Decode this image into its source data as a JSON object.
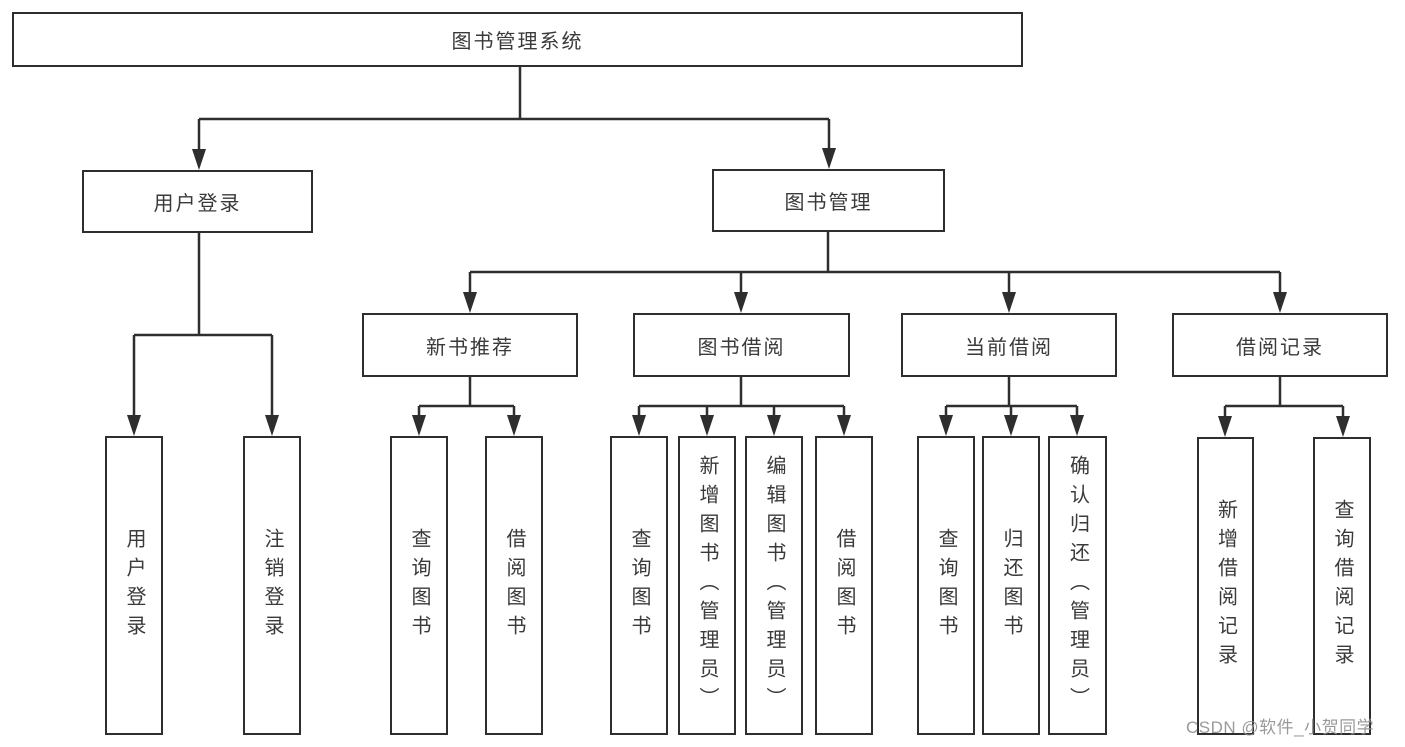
{
  "diagram": {
    "root": "图书管理系统",
    "level2": {
      "user_login": "用户登录",
      "book_mgmt": "图书管理"
    },
    "level3": {
      "new_books": "新书推荐",
      "borrow": "图书借阅",
      "current": "当前借阅",
      "records": "借阅记录"
    },
    "leaves": {
      "user_login": [
        "用户登录",
        "注销登录"
      ],
      "new_books": [
        "查询图书",
        "借阅图书"
      ],
      "borrow": [
        "查询图书",
        "新增图书（管理员）",
        "编辑图书（管理员）",
        "借阅图书"
      ],
      "current": [
        "查询图书",
        "归还图书",
        "确认归还（管理员）"
      ],
      "records": [
        "新增借阅记录",
        "查询借阅记录"
      ]
    }
  },
  "watermark": "CSDN @软件_小贺同学",
  "colors": {
    "line": "#2e2e2e",
    "text": "#3a3a3a",
    "background": "#ffffff",
    "watermark": "#919191"
  }
}
